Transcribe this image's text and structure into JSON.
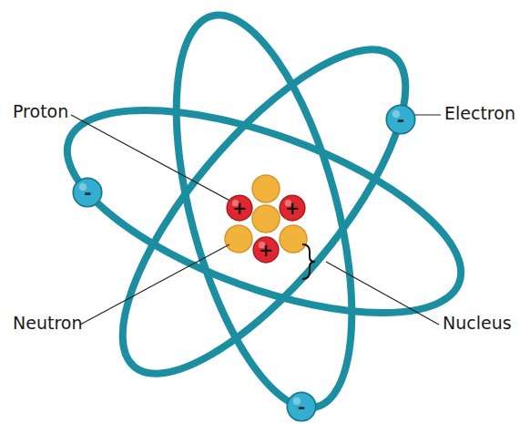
{
  "diagram": {
    "nodes": [
      {
        "text": [
          "-"
        ]
      },
      {
        "text": [
          "-"
        ]
      },
      {
        "text": [
          "+"
        ]
      },
      {
        "text": [
          "+"
        ]
      },
      {
        "text": [
          "+"
        ]
      },
      {
        "text": [
          "-"
        ]
      }
    ],
    "labels": [
      "Proton",
      "Electron",
      "Neutron",
      "Nucleus"
    ]
  }
}
